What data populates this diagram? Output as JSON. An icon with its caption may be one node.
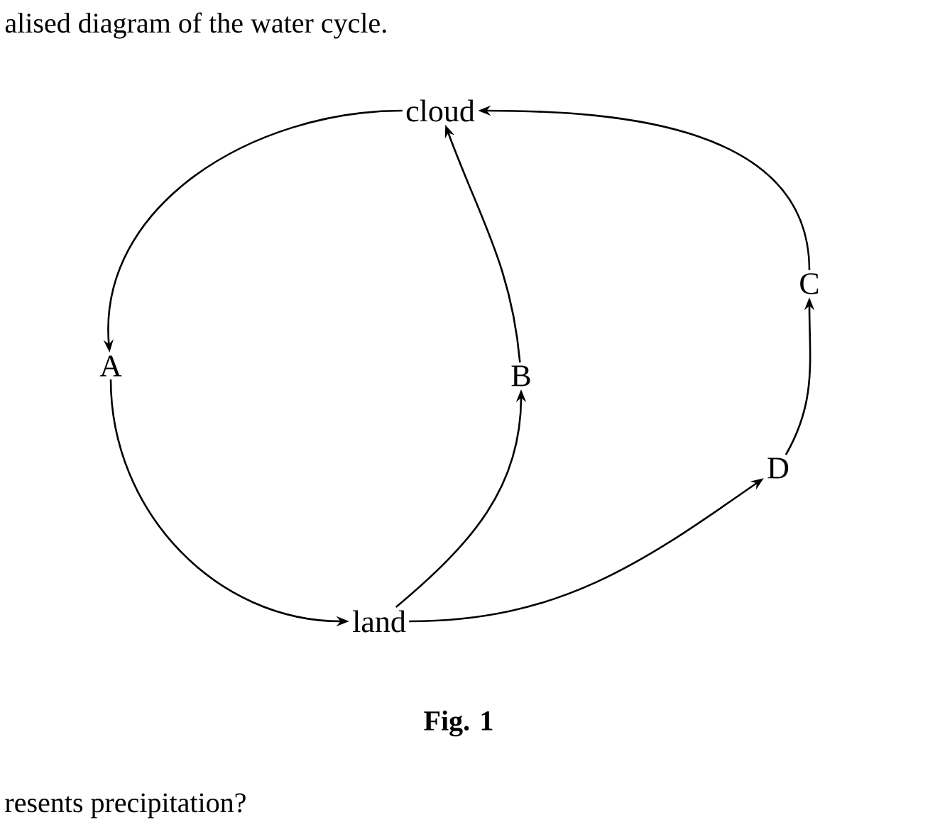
{
  "diagram": {
    "caption": "Fig. 1",
    "nodes": [
      {
        "text": [
          "cloud"
        ]
      },
      {
        "text": [
          "A"
        ]
      },
      {
        "text": [
          "B"
        ]
      },
      {
        "text": [
          "C"
        ]
      },
      {
        "text": [
          "D"
        ]
      },
      {
        "text": [
          "land"
        ]
      }
    ],
    "edges": [
      {
        "from": 0,
        "to": 1,
        "arrow": "to"
      },
      {
        "from": 1,
        "to": 5,
        "arrow": "to"
      },
      {
        "from": 5,
        "to": 2,
        "arrow": "to"
      },
      {
        "from": 2,
        "to": 0,
        "arrow": "to"
      },
      {
        "from": 5,
        "to": 4,
        "arrow": "to"
      },
      {
        "from": 4,
        "to": 3,
        "arrow": "to"
      },
      {
        "from": 3,
        "to": 0,
        "arrow": "to"
      }
    ],
    "labels": [
      "alised diagram of the water cycle.",
      "resents precipitation?"
    ]
  }
}
